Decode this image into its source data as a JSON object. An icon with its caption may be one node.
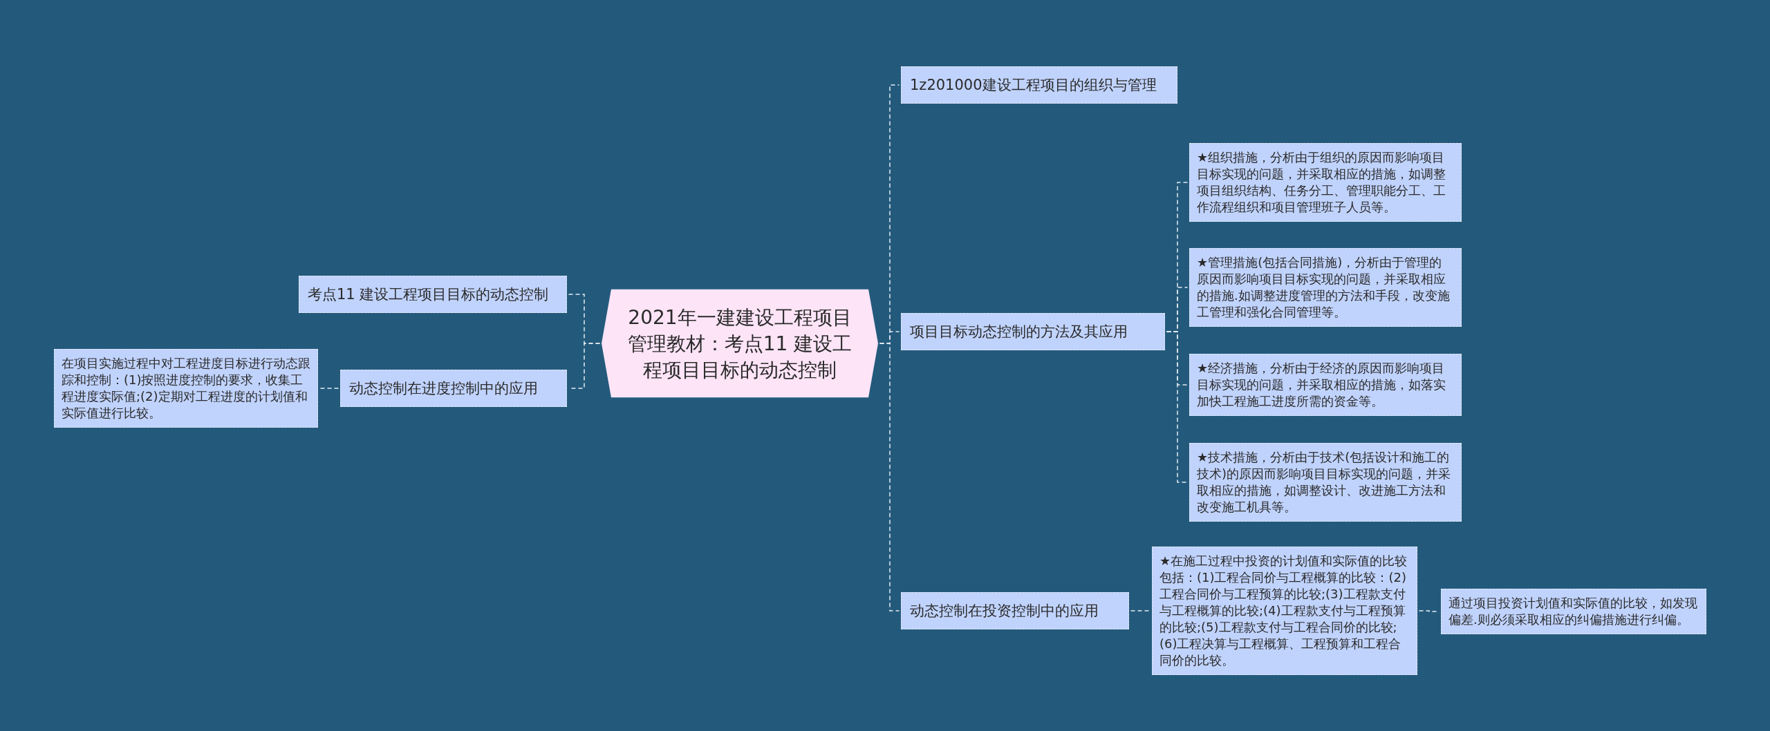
{
  "diagram": {
    "nodes": [
      {
        "text": [
          "2021年一建建设工程项目管理教材：考点11 建设工程项目目标的动态控制"
        ]
      },
      {
        "text": [
          "考点11 建设工程项目目标的动态控制"
        ]
      },
      {
        "text": [
          "动态控制在进度控制中的应用"
        ]
      },
      {
        "text": [
          "在项目实施过程中对工程进度目标进行动态跟踪和控制：(1)按照进度控制的要求，收集工程进度实际值;(2)定期对工程进度的计划值和实际值进行比较。"
        ]
      },
      {
        "text": [
          "1z201000建设工程项目的组织与管理"
        ]
      },
      {
        "text": [
          "项目目标动态控制的方法及其应用"
        ]
      },
      {
        "text": [
          "★组织措施，分析由于组织的原因而影响项目目标实现的问题，并采取相应的措施，如调整项目组织结构、任务分工、管理职能分工、工作流程组织和项目管理班子人员等。"
        ]
      },
      {
        "text": [
          "★管理措施(包括合同措施)，分析由于管理的原因而影响项目目标实现的问题，并采取相应的措施.如调整进度管理的方法和手段，改变施工管理和强化合同管理等。"
        ]
      },
      {
        "text": [
          "★经济措施，分析由于经济的原因而影响项目目标实现的问题，并采取相应的措施，如落实加快工程施工进度所需的资金等。"
        ]
      },
      {
        "text": [
          "★技术措施，分析由于技术(包括设计和施工的技术)的原因而影响项目目标实现的问题，并采取相应的措施，如调整设计、改进施工方法和改变施工机具等。"
        ]
      },
      {
        "text": [
          "动态控制在投资控制中的应用"
        ]
      },
      {
        "text": [
          "★在施工过程中投资的计划值和实际值的比较包括：(1)工程合同价与工程概算的比较：(2)工程合同价与工程预算的比较;(3)工程款支付与工程概算的比较;(4)工程款支付与工程预算的比较;(5)工程款支付与工程合同价的比较;(6)工程决算与工程概算、工程预算和工程合同价的比较。"
        ]
      },
      {
        "text": [
          "通过项目投资计划值和实际值的比较，如发现偏差.则必须采取相应的纠偏措施进行纠偏。"
        ]
      }
    ],
    "edges": [
      {
        "from": 0,
        "to": 1,
        "arrow": "none"
      },
      {
        "from": 0,
        "to": 2,
        "arrow": "none"
      },
      {
        "from": 2,
        "to": 3,
        "arrow": "none"
      },
      {
        "from": 0,
        "to": 4,
        "arrow": "none"
      },
      {
        "from": 0,
        "to": 5,
        "arrow": "none"
      },
      {
        "from": 5,
        "to": 6,
        "arrow": "none"
      },
      {
        "from": 5,
        "to": 7,
        "arrow": "none"
      },
      {
        "from": 5,
        "to": 8,
        "arrow": "none"
      },
      {
        "from": 5,
        "to": 9,
        "arrow": "none"
      },
      {
        "from": 0,
        "to": 10,
        "arrow": "none"
      },
      {
        "from": 10,
        "to": 11,
        "arrow": "none"
      },
      {
        "from": 11,
        "to": 12,
        "arrow": "none"
      }
    ]
  }
}
